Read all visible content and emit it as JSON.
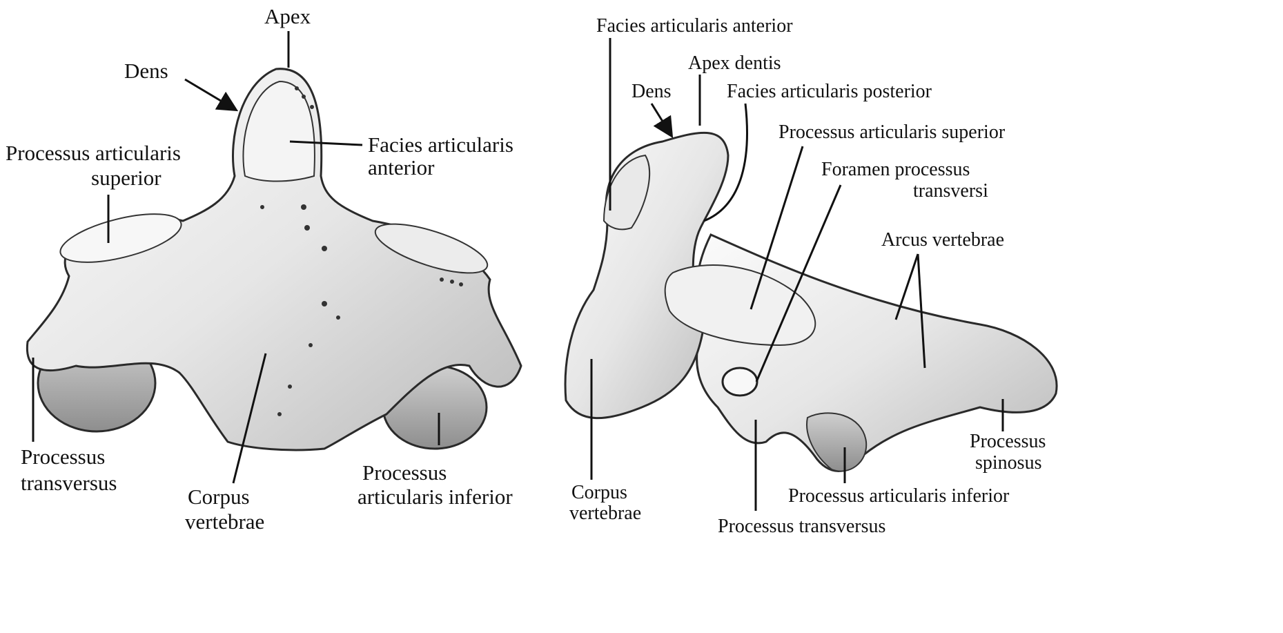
{
  "left_view": {
    "labels": {
      "apex": "Apex",
      "dens": "Dens",
      "facies_art_ant_1": "Facies articularis",
      "facies_art_ant_2": "anterior",
      "proc_art_sup_1": "Processus articularis",
      "proc_art_sup_2": "superior",
      "proc_transv_1": "Processus",
      "proc_transv_2": "transversus",
      "corpus_1": "Corpus",
      "corpus_2": "vertebrae",
      "proc_art_inf_1": "Processus",
      "proc_art_inf_2": "articularis inferior"
    }
  },
  "right_view": {
    "labels": {
      "facies_art_ant": "Facies articularis anterior",
      "apex_dentis": "Apex  dentis",
      "dens": "Dens",
      "facies_art_post": "Facies articularis posterior",
      "proc_art_sup": "Processus  articularis superior",
      "foramen_1": "Foramen processus",
      "foramen_2": "transversi",
      "arcus": "Arcus vertebrae",
      "proc_spin_1": "Processus",
      "proc_spin_2": "spinosus",
      "corpus_1": "Corpus",
      "corpus_2": "vertebrae",
      "proc_art_inf": "Processus articularis inferior",
      "proc_transv": "Processus transversus"
    }
  }
}
